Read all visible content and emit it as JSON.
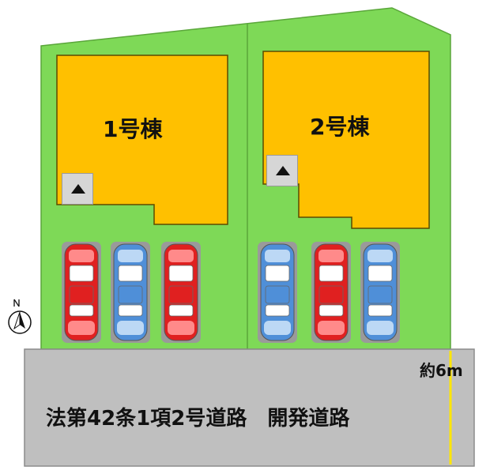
{
  "plan": {
    "lots": [
      {
        "label": "1号棟"
      },
      {
        "label": "2号棟"
      }
    ],
    "road": {
      "label": "法第42条1項2号道路　開発道路",
      "width_label": "約6m"
    },
    "parking": [
      [
        "red",
        "blue",
        "red"
      ],
      [
        "blue",
        "red",
        "blue"
      ]
    ],
    "colors": {
      "lot_green": "#7ed957",
      "building_orange": "#ffc000",
      "road_gray": "#bfbfbf",
      "car_red": "#e02020",
      "car_blue": "#4f8fd8",
      "width_line_yellow": "#ffe600"
    },
    "icons": [
      "north-compass-icon",
      "entrance-triangle-icon"
    ]
  }
}
